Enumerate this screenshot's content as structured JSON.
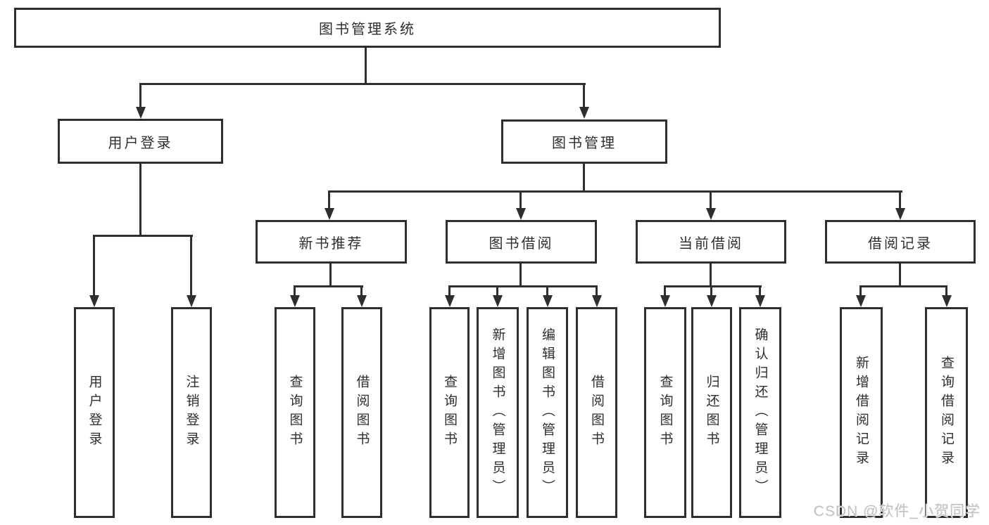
{
  "tree": {
    "root": {
      "label": "图书管理系统",
      "children": [
        {
          "label": "用户登录",
          "children": [
            {
              "label": "用户登录"
            },
            {
              "label": "注销登录"
            }
          ]
        },
        {
          "label": "图书管理",
          "children": [
            {
              "label": "新书推荐",
              "children": [
                {
                  "label": "查询图书"
                },
                {
                  "label": "借阅图书"
                }
              ]
            },
            {
              "label": "图书借阅",
              "children": [
                {
                  "label": "查询图书"
                },
                {
                  "label": "新增图书（管理员）"
                },
                {
                  "label": "编辑图书（管理员）"
                },
                {
                  "label": "借阅图书"
                }
              ]
            },
            {
              "label": "当前借阅",
              "children": [
                {
                  "label": "查询图书"
                },
                {
                  "label": "归还图书"
                },
                {
                  "label": "确认归还（管理员）"
                }
              ]
            },
            {
              "label": "借阅记录",
              "children": [
                {
                  "label": "新增借阅记录"
                },
                {
                  "label": "查询借阅记录"
                }
              ]
            }
          ]
        }
      ]
    }
  },
  "watermark": {
    "text": "CSDN @软件_小贺同学"
  },
  "colors": {
    "line": "#2e2e2e",
    "text": "#2e2e2e",
    "background": "#ffffff",
    "watermark": "#c2c2c2"
  }
}
